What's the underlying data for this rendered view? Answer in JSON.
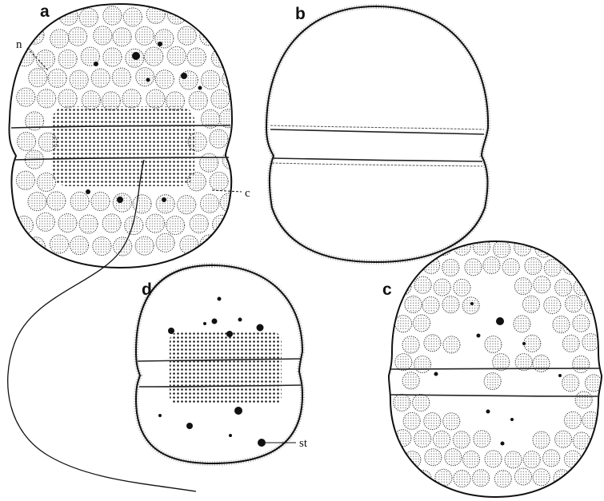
{
  "panels": {
    "a": {
      "letter": "a",
      "annotations": {
        "n": "n",
        "c": "c"
      }
    },
    "b": {
      "letter": "b"
    },
    "c": {
      "letter": "c"
    },
    "d": {
      "letter": "d",
      "annotations": {
        "st": "st"
      }
    }
  }
}
